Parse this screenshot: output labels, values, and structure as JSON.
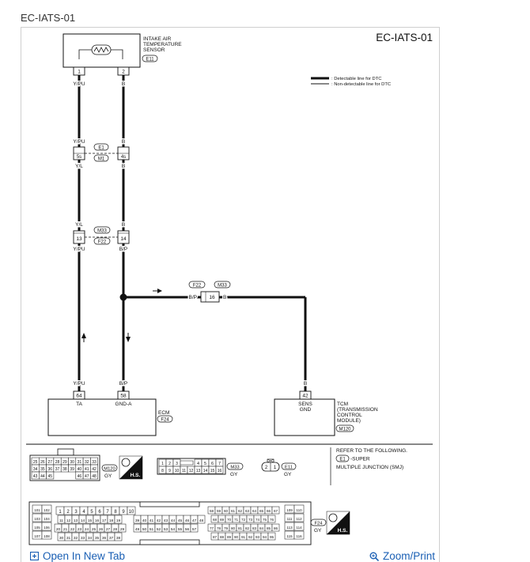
{
  "page": {
    "header_label": "EC-IATS-01",
    "diagram_title": "EC-IATS-01"
  },
  "sensor": {
    "name_lines": [
      "INTAKE AIR",
      "TEMPERATURE",
      "SENSOR"
    ],
    "connector": "E11",
    "pins": [
      "1",
      "2"
    ]
  },
  "legend": {
    "detectable": ": Detectable line for DTC",
    "non_detectable": ": Non-detectable line for DTC"
  },
  "wires": {
    "left": {
      "colors": [
        "Y/PU",
        "Y/PU",
        "Y/L",
        "Y/L",
        "Y/PU",
        "Y/PU"
      ],
      "pins": [
        "5s",
        "13",
        "64"
      ]
    },
    "right": {
      "colors": [
        "B",
        "B",
        "B",
        "B",
        "B/P",
        "B/P"
      ],
      "pins": [
        "4s",
        "14",
        "58"
      ]
    }
  },
  "junctions": [
    {
      "top": "E1",
      "bottom": "M1"
    },
    {
      "top": "M33",
      "bottom": "F22"
    }
  ],
  "branch": {
    "connectors": [
      "F22",
      "M33"
    ],
    "left_color": "B/P",
    "pin": "16",
    "right_color": "B"
  },
  "ecm": {
    "terminals": [
      "TA",
      "GND-A"
    ],
    "label": "ECM",
    "connector": "F24"
  },
  "tcm": {
    "wire_color": "B",
    "pin": "42",
    "terminal_lines": [
      "SENS",
      "GND"
    ],
    "label_lines": [
      "TCM",
      "(TRANSMISSION",
      "CONTROL",
      "MODULE)"
    ],
    "connector": "M120"
  },
  "reference": {
    "title": "REFER TO THE FOLLOWING.",
    "connector": "E1",
    "connector_note": "-SUPER",
    "line2": "MULTIPLE JUNCTION (SMJ)"
  },
  "connector_views": {
    "m120": {
      "row1": [
        "25",
        "26",
        "27",
        "28",
        "29",
        "30",
        "31",
        "32",
        "33"
      ],
      "row2": [
        "34",
        "35",
        "36",
        "37",
        "38",
        "39",
        "40",
        "41",
        "42"
      ],
      "row3": [
        "43",
        "44",
        "45",
        "",
        "",
        "",
        "46",
        "47",
        "48"
      ],
      "connector": "M120",
      "color": "GY",
      "hs": "H.S."
    },
    "m33": {
      "row1": [
        "1",
        "2",
        "3",
        "",
        "4",
        "5",
        "6",
        "7"
      ],
      "row2": [
        "8",
        "9",
        "10",
        "11",
        "12",
        "13",
        "14",
        "15",
        "16"
      ],
      "connector": "M33",
      "color": "GY"
    },
    "e11": {
      "pins": [
        "2",
        "1"
      ],
      "connector": "E11",
      "color": "GY"
    },
    "f24": {
      "row1_mid": [
        "1",
        "2",
        "3",
        "4",
        "5",
        "6",
        "7",
        "8",
        "9",
        "10"
      ],
      "row2_mid": [
        "11",
        "12",
        "13",
        "14",
        "15",
        "16",
        "17",
        "18",
        "19"
      ],
      "row2_right": [
        "39",
        "40",
        "41",
        "42",
        "43",
        "44",
        "45",
        "46",
        "47",
        "48"
      ],
      "row3_mid": [
        "20",
        "21",
        "22",
        "23",
        "24",
        "25",
        "26",
        "27",
        "28",
        "29"
      ],
      "row3_right": [
        "49",
        "50",
        "51",
        "52",
        "53",
        "54",
        "55",
        "56",
        "57"
      ],
      "row4_mid": [
        "30",
        "31",
        "32",
        "33",
        "34",
        "35",
        "36",
        "37",
        "38"
      ],
      "blk1": [
        "58",
        "59",
        "60",
        "61",
        "62",
        "63",
        "64",
        "65",
        "66",
        "67"
      ],
      "blk2": [
        "68",
        "69",
        "70",
        "71",
        "72",
        "73",
        "74",
        "75",
        "76"
      ],
      "blk3": [
        "77",
        "78",
        "79",
        "80",
        "81",
        "82",
        "83",
        "84",
        "85",
        "86"
      ],
      "blk4": [
        "87",
        "88",
        "89",
        "90",
        "91",
        "92",
        "93",
        "94",
        "95"
      ],
      "left_pairs": [
        [
          "101",
          "102"
        ],
        [
          "103",
          "104"
        ],
        [
          "105",
          "106"
        ],
        [
          "107",
          "108"
        ]
      ],
      "right_pairs": [
        [
          "109",
          "110"
        ],
        [
          "111",
          "112"
        ],
        [
          "113",
          "114"
        ],
        [
          "115",
          "116"
        ]
      ],
      "connector": "F24",
      "color": "GY",
      "hs": "H.S."
    }
  },
  "footer": {
    "open_tab": "Open In New Tab",
    "zoom": "Zoom/Print"
  }
}
